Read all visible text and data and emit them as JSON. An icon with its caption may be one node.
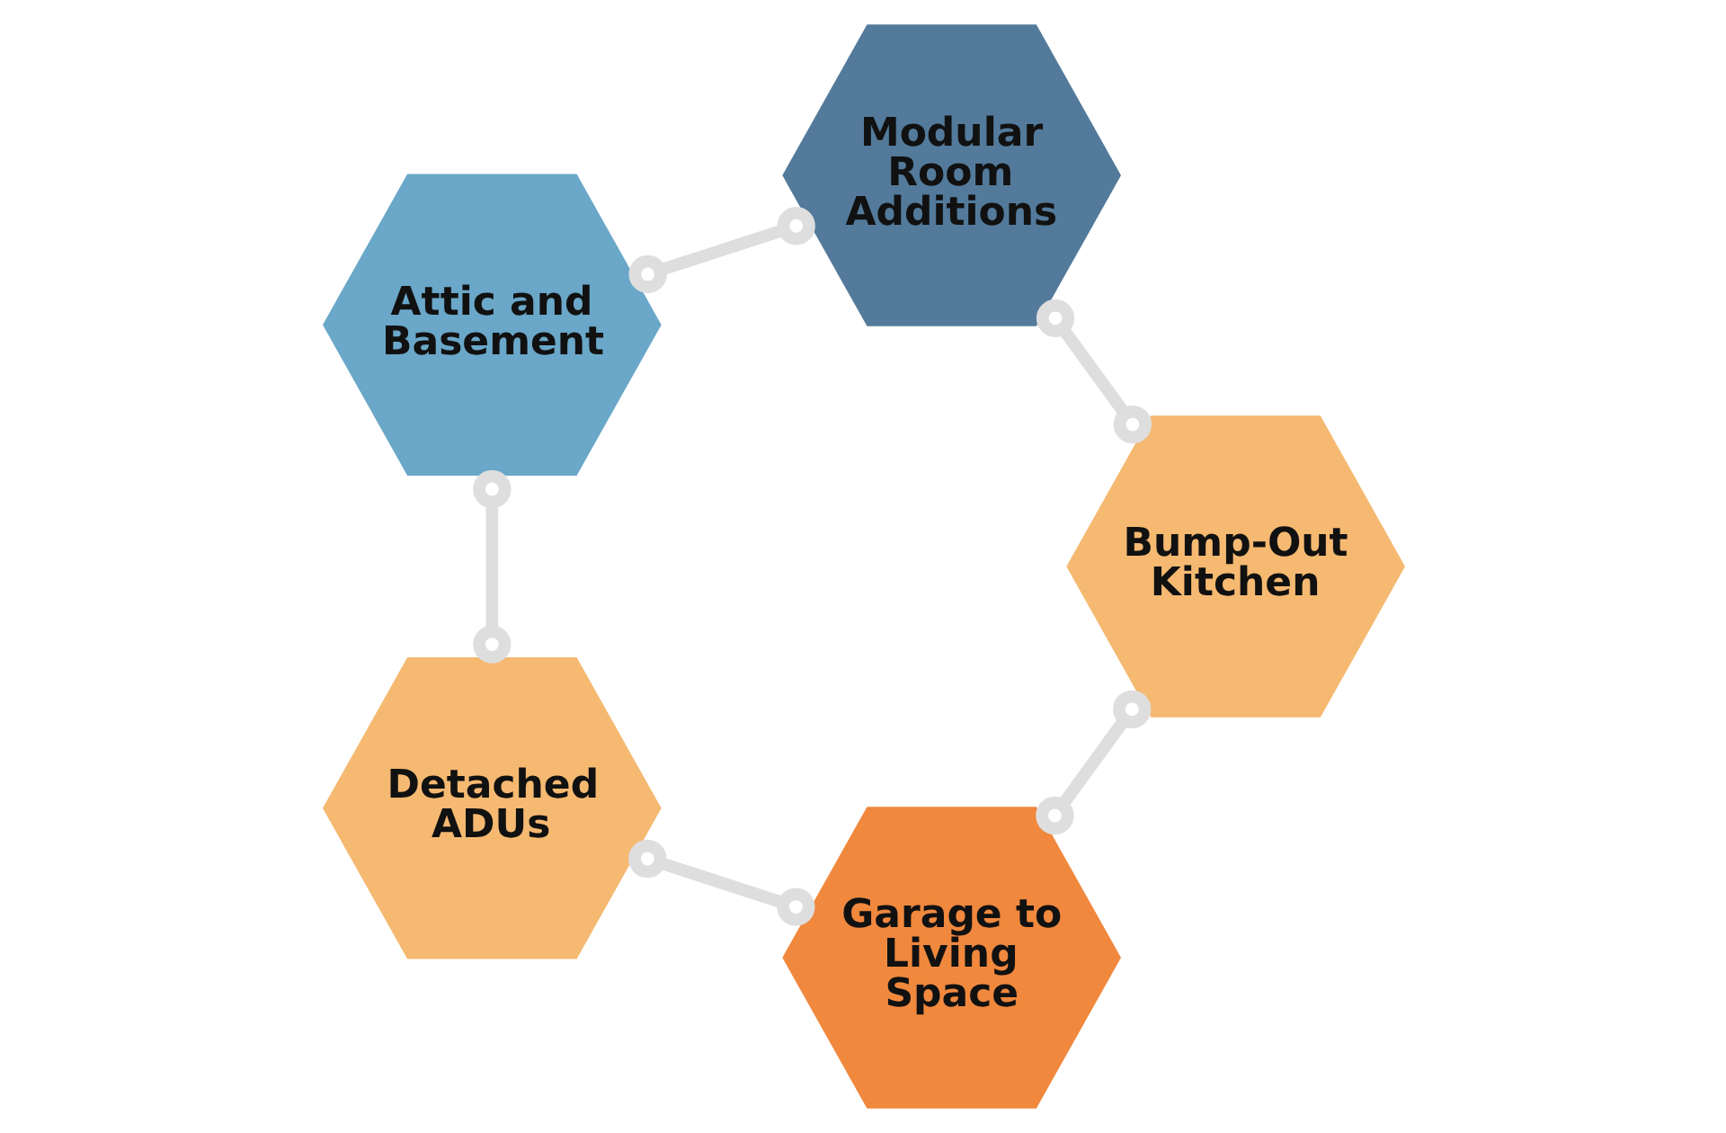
{
  "diagram": {
    "nodes": [
      {
        "text": [
          "Garage to Living Space"
        ]
      },
      {
        "text": [
          "Bump-Out Kitchen"
        ]
      },
      {
        "text": [
          "Detached ADUs"
        ]
      },
      {
        "text": [
          "Attic and Basement"
        ]
      },
      {
        "text": [
          "Modular Room Additions"
        ]
      }
    ],
    "edges": [
      {
        "from": 0,
        "to": 2,
        "arrow": "other"
      },
      {
        "from": 2,
        "to": 3,
        "arrow": "other"
      },
      {
        "from": 3,
        "to": 4,
        "arrow": "other"
      },
      {
        "from": 4,
        "to": 1,
        "arrow": "other"
      },
      {
        "from": 1,
        "to": 0,
        "arrow": "other"
      }
    ]
  }
}
